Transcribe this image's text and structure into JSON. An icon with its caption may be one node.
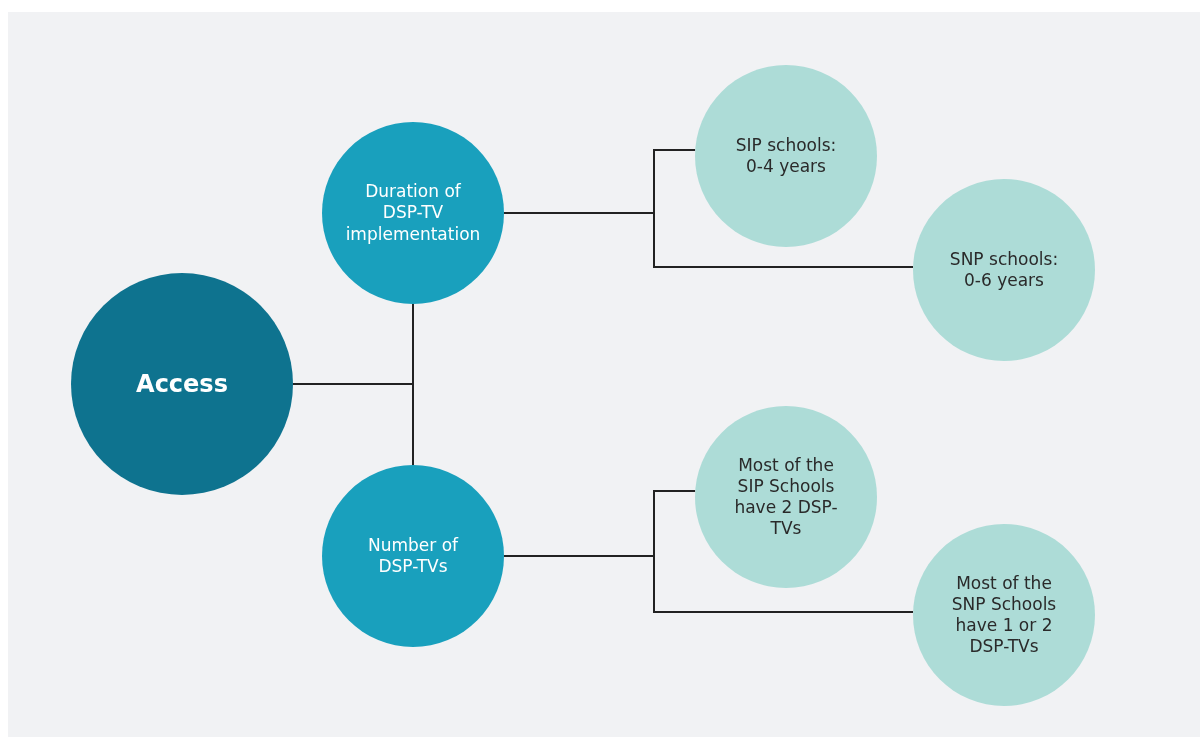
{
  "diagram": {
    "nodes": [
      {
        "text": [
          "Access"
        ]
      },
      {
        "text": [
          "Duration of DSP-TV implementation"
        ]
      },
      {
        "text": [
          "Number of DSP-TVs"
        ]
      },
      {
        "text": [
          "SIP schools: 0-4 years"
        ]
      },
      {
        "text": [
          "SNP schools: 0-6 years"
        ]
      },
      {
        "text": [
          "Most of the SIP Schools have 2 DSP-TVs"
        ]
      },
      {
        "text": [
          "Most of the SNP Schools have 1 or 2 DSP-TVs"
        ]
      }
    ],
    "edges": [
      {
        "from": 0,
        "to": 1,
        "arrow": "none"
      },
      {
        "from": 0,
        "to": 2,
        "arrow": "none"
      },
      {
        "from": 1,
        "to": 3,
        "arrow": "none"
      },
      {
        "from": 1,
        "to": 4,
        "arrow": "none"
      },
      {
        "from": 2,
        "to": 5,
        "arrow": "none"
      },
      {
        "from": 2,
        "to": 6,
        "arrow": "none"
      }
    ]
  }
}
